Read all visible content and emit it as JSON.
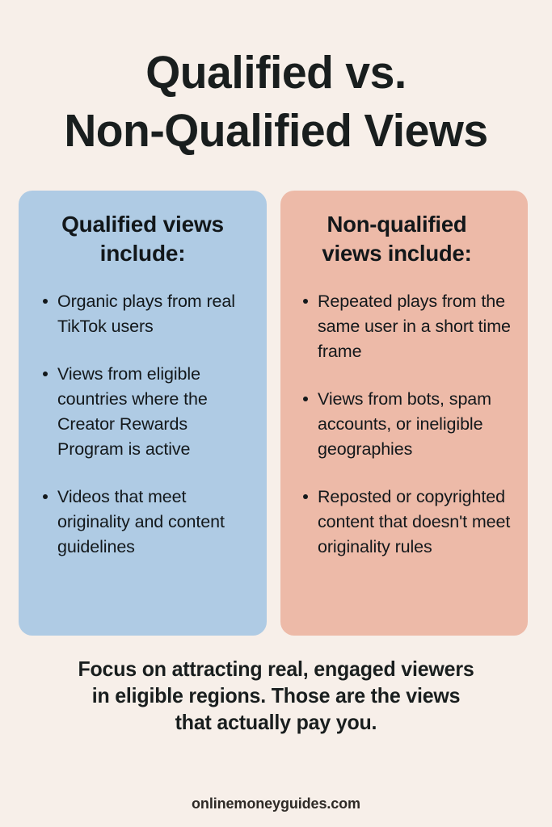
{
  "page": {
    "background_color": "#f7efe9",
    "text_color": "#191e1e"
  },
  "title": {
    "line1": "Qualified vs.",
    "line2": "Non-Qualified Views"
  },
  "cards": [
    {
      "id": "qualified",
      "header": "Qualified views include:",
      "background_color": "#afcbe4",
      "bullets": [
        "Organic plays from real TikTok users",
        "Views from eligible countries where the Creator Rewards Program is active",
        "Videos that meet originality and content guidelines"
      ]
    },
    {
      "id": "non-qualified",
      "header": "Non-qualified views include:",
      "background_color": "#edbaa8",
      "bullets": [
        "Repeated plays from the same user in a short time frame",
        "Views from bots, spam accounts, or ineligible geographies",
        "Reposted or copyrighted content that doesn't meet originality rules"
      ]
    }
  ],
  "tagline": {
    "line1": "Focus on attracting real, engaged viewers",
    "line2": "in eligible regions. Those are the views",
    "line3": "that actually pay you."
  },
  "footer": {
    "site_url": "onlinemoneyguides.com"
  }
}
